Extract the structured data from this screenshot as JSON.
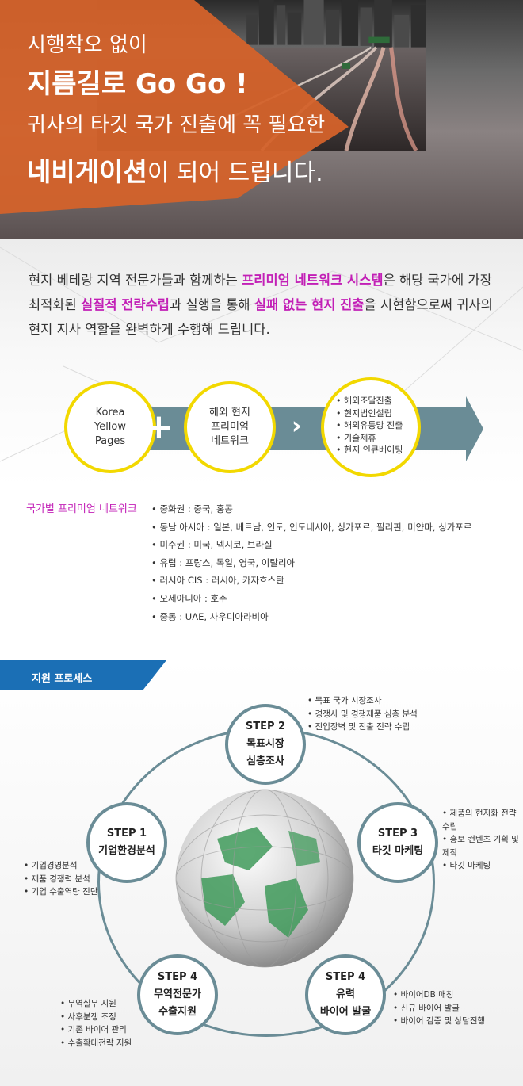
{
  "hero": {
    "line1": "시행착오 없이",
    "line2": "지름길로 Go Go !",
    "line3": "귀사의 타깃 국가 진출에 꼭 필요한",
    "line4_bold": "네비게이션",
    "line4_rest": "이 되어 드립니다."
  },
  "intro": {
    "p1": "현지 베테랑 지역 전문가들과 함께하는 ",
    "hl1": "프리미엄 네트워크 시스템",
    "p2": "은 해당 국가에 가장 최적화된 ",
    "hl2": "실질적 전략수립",
    "p3": "과 실행을 통해 ",
    "hl3": "실패 없는 현지 진출",
    "p4": "을 시현함으로써 귀사의 현지 지사 역할을 완벽하게 수행해 드립니다."
  },
  "flow": {
    "circle1": [
      "Korea",
      "Yellow",
      "Pages"
    ],
    "plus": "+",
    "circle2": [
      "해외 현지",
      "프리미엄",
      "네트워크"
    ],
    "chevron": "›",
    "circle3": [
      "해외조달진출",
      "현지법인설립",
      "해외유통망 진출",
      "기술제휴",
      "현지 인큐베이팅"
    ]
  },
  "network": {
    "title": "국가별 프리미엄 네트워크",
    "items": [
      "중화권 : 중국, 홍콩",
      "동남 아시아 : 일본, 베트남, 인도, 인도네시아, 싱가포르, 필리핀, 미얀마, 싱가포르",
      "미주권 : 미국, 멕시코, 브라질",
      "유럽 : 프랑스, 독일, 영국, 이탈리아",
      "러시아 CIS : 러시아, 카자흐스탄",
      "오세아니아 : 호주",
      "중동 : UAE, 사우디아라비아"
    ]
  },
  "process": {
    "tab_label": "지원 프로세스",
    "steps": [
      {
        "step": "STEP 1",
        "title": [
          "기업환경분석"
        ],
        "items": [
          "기업경영분석",
          "제품 경쟁력 분석",
          "기업 수출역량 진단"
        ]
      },
      {
        "step": "STEP 2",
        "title": [
          "목표시장",
          "심층조사"
        ],
        "items": [
          "목표 국가 시장조사",
          "경쟁사 및 경쟁제품 심층 분석",
          "진입장벽 및 진출 전략 수립"
        ]
      },
      {
        "step": "STEP 3",
        "title": [
          "타깃 마케팅"
        ],
        "items": [
          "제품의 현지화 전략 수립",
          "홍보 컨텐츠 기획 및 제작",
          "타깃 마케팅"
        ]
      },
      {
        "step": "STEP 4",
        "title": [
          "유력",
          "바이어 발굴"
        ],
        "items": [
          "바이어DB 매칭",
          "신규 바이어 발굴",
          "바이어 검증 및 상담진행"
        ]
      },
      {
        "step": "STEP 4",
        "title": [
          "무역전문가",
          "수출지원"
        ],
        "items": [
          "무역실무 지원",
          "사후분쟁 조정",
          "기존 바이어 관리",
          "수출확대전략 지원"
        ]
      }
    ]
  },
  "colors": {
    "orange": "#d4622a",
    "accent_purple": "#c21fb6",
    "teal": "#6a8c96",
    "yellow": "#f2d800",
    "tab_blue": "#1b6fb5"
  }
}
